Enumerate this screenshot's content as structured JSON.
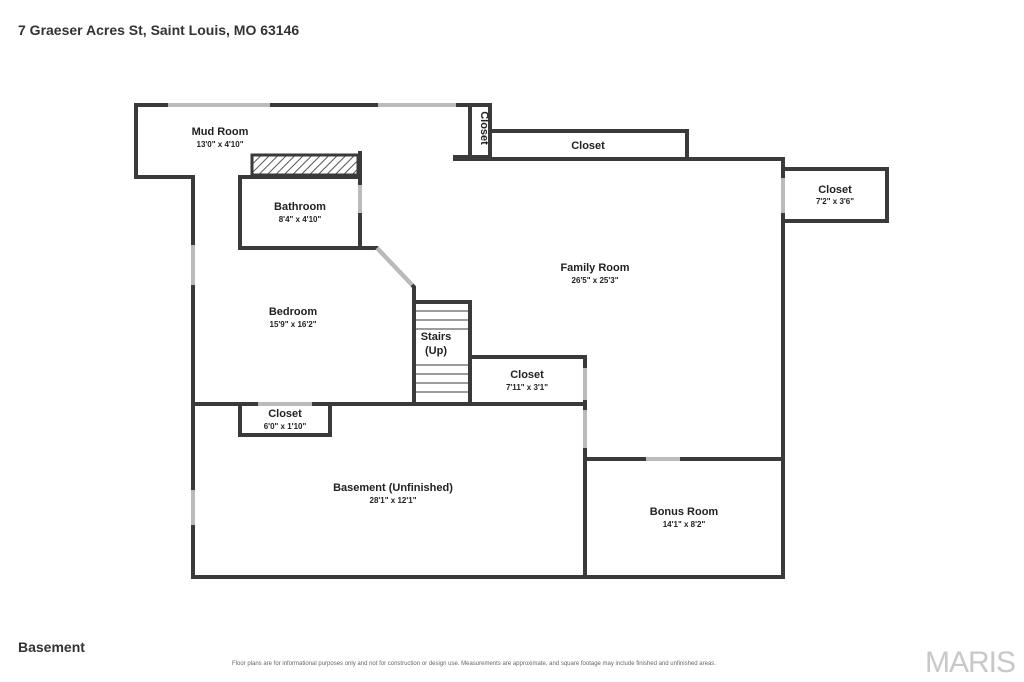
{
  "address": "7 Graeser Acres St, Saint Louis, MO 63146",
  "floor": "Basement",
  "disclaimer": "Floor plans are for informational purposes only and not for construction or design use. Measurements are approximate, and square footage may include finished and unfinished areas.",
  "logo": "MARIS",
  "rooms": {
    "mud_room": {
      "name": "Mud Room",
      "dim": "13'0\" x 4'10\""
    },
    "closet_vertical": {
      "name": "Closet"
    },
    "closet_top": {
      "name": "Closet"
    },
    "closet_right": {
      "name": "Closet",
      "dim": "7'2\" x 3'6\""
    },
    "bathroom": {
      "name": "Bathroom",
      "dim": "8'4\" x 4'10\""
    },
    "family_room": {
      "name": "Family Room",
      "dim": "26'5\" x 25'3\""
    },
    "bedroom": {
      "name": "Bedroom",
      "dim": "15'9\" x 16'2\""
    },
    "stairs": {
      "name1": "Stairs",
      "name2": "(Up)"
    },
    "closet_mid": {
      "name": "Closet",
      "dim": "7'11\" x 3'1\""
    },
    "closet_small": {
      "name": "Closet",
      "dim": "6'0\" x 1'10\""
    },
    "basement": {
      "name": "Basement (Unfinished)",
      "dim": "28'1\" x 12'1\""
    },
    "bonus_room": {
      "name": "Bonus Room",
      "dim": "14'1\" x 8'2\""
    }
  }
}
